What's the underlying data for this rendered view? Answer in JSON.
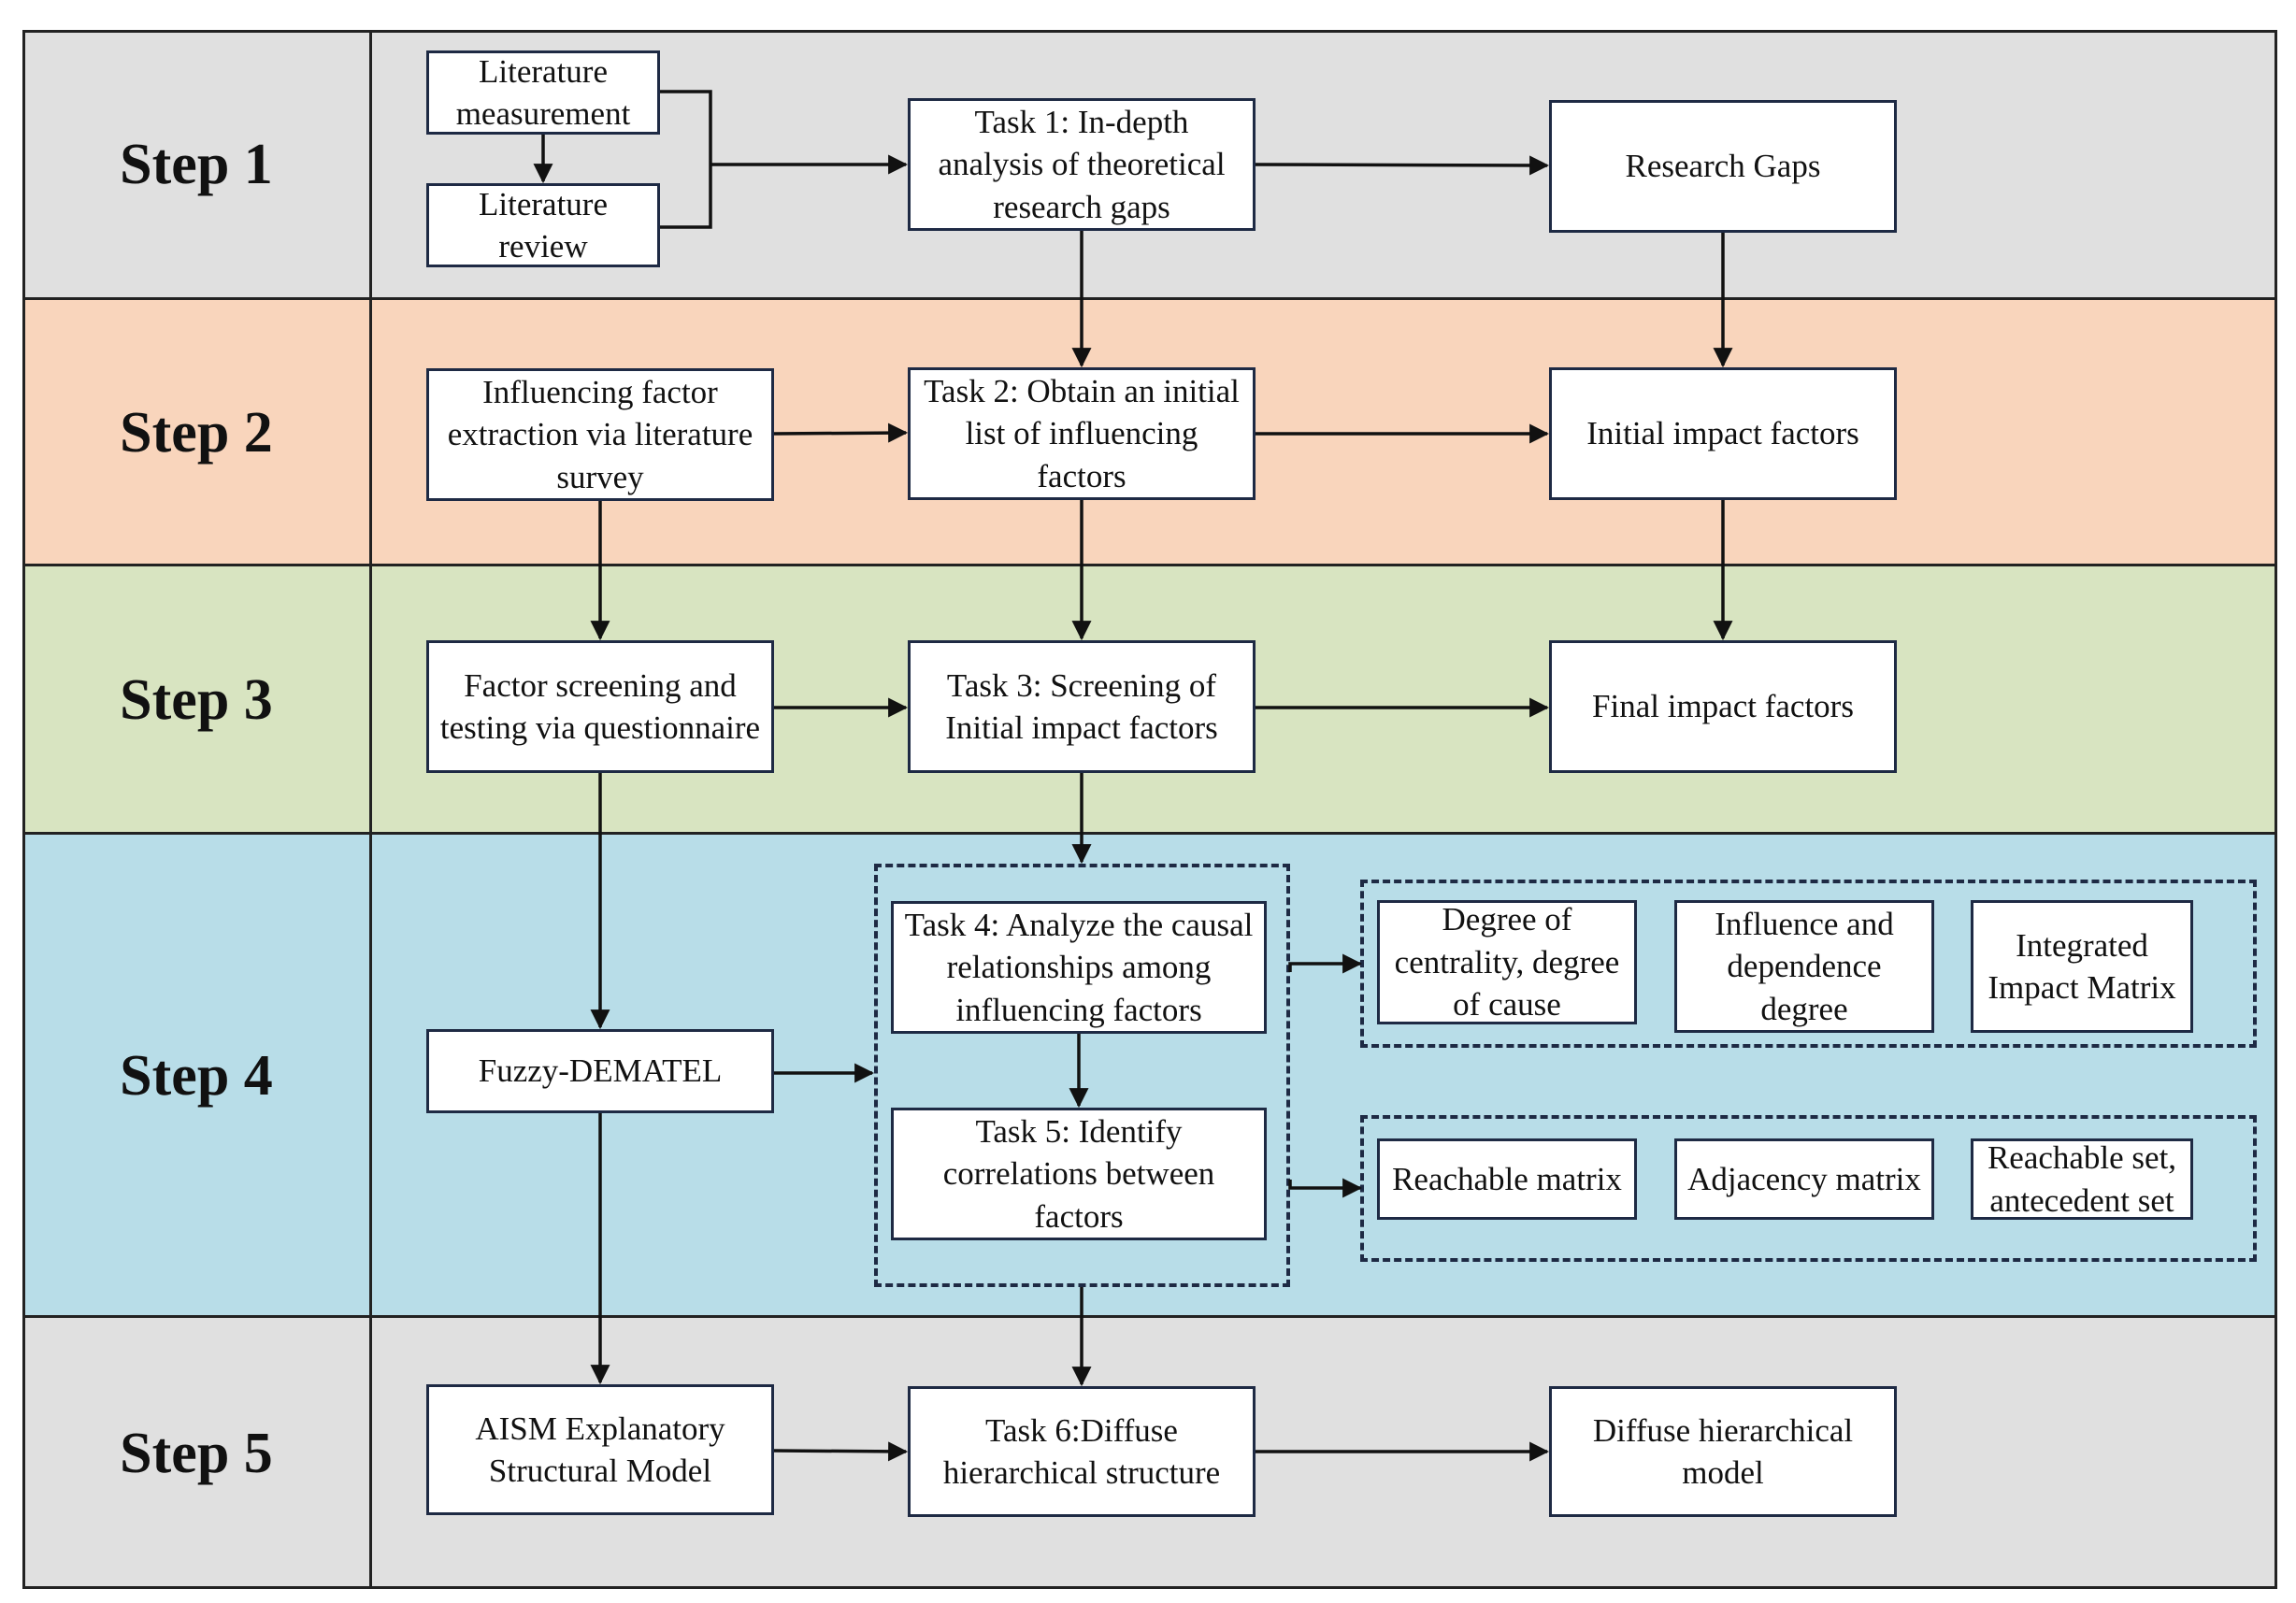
{
  "steps": [
    {
      "label": "Step 1",
      "color": "#e0e0e0"
    },
    {
      "label": "Step 2",
      "color": "#f9d5bc"
    },
    {
      "label": "Step 3",
      "color": "#d8e4c1"
    },
    {
      "label": "Step 4",
      "color": "#b8dde8"
    },
    {
      "label": "Step 5",
      "color": "#e0e0e0"
    }
  ],
  "boxes": {
    "lit_measurement": "Literature measurement",
    "lit_review": "Literature review",
    "task1": "Task 1: In-depth analysis of theoretical research gaps",
    "research_gaps": "Research Gaps",
    "factor_extraction": "Influencing factor extraction via literature survey",
    "task2": "Task 2: Obtain an initial list of influencing factors",
    "initial_factors": "Initial impact factors",
    "factor_screening": "Factor screening and testing via questionnaire",
    "task3": "Task 3: Screening of Initial impact factors",
    "final_factors": "Final impact factors",
    "fuzzy_dematel": "Fuzzy-DEMATEL",
    "task4": "Task 4: Analyze the causal relationships among influencing factors",
    "task5": "Task 5: Identify correlations between factors",
    "centrality": "Degree of centrality, degree of cause",
    "influence_dependence": "Influence and dependence degree",
    "integrated_matrix": "Integrated Impact Matrix",
    "reachable_matrix": "Reachable matrix",
    "adjacency_matrix": "Adjacency matrix",
    "reachable_set": "Reachable set, antecedent set",
    "aism": "AISM Explanatory Structural Model",
    "task6": "Task 6:Diffuse hierarchical structure",
    "diffuse_model": "Diffuse hierarchical model"
  }
}
